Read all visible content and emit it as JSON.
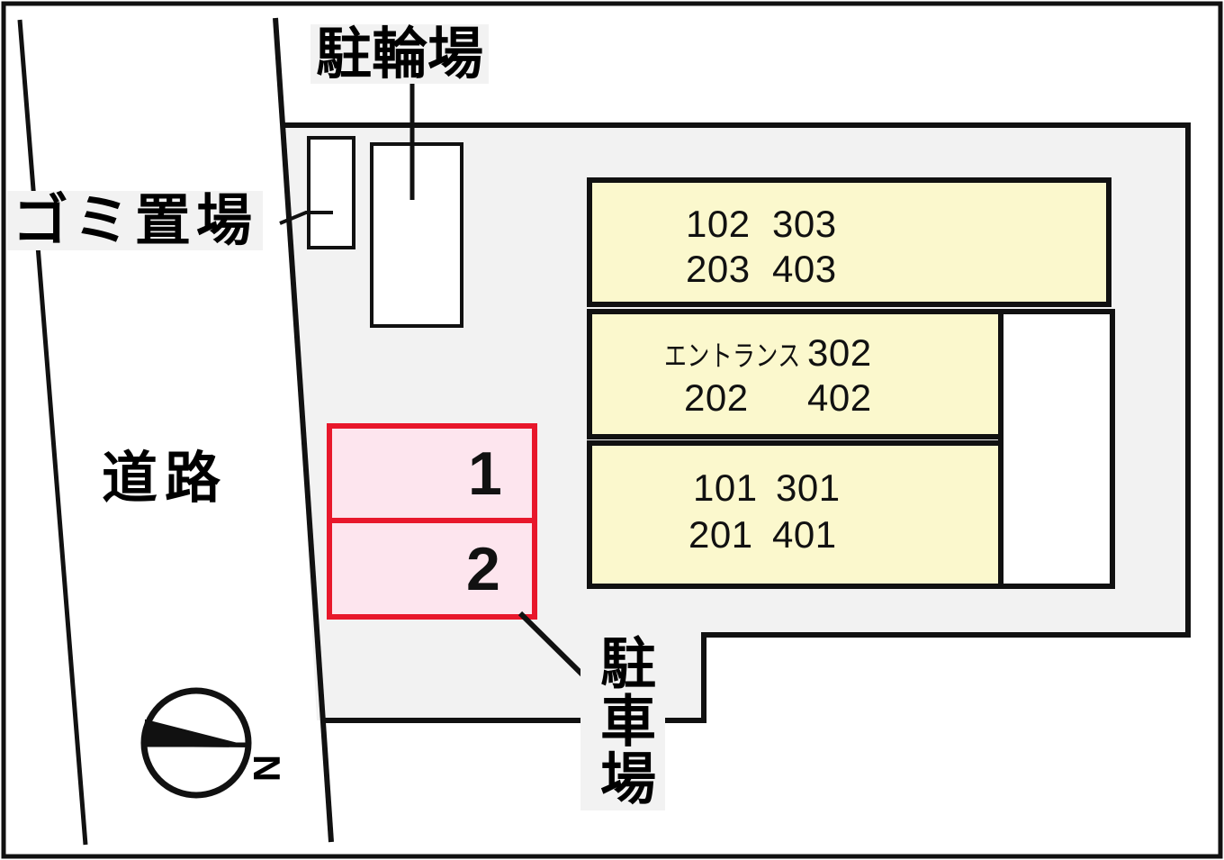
{
  "figure": {
    "kind": "site-plan",
    "title_absent": true,
    "background_color": "#ffffff",
    "site_fill_color": "#f2f2f2",
    "building_fill_color": "#fbf8cd",
    "parking_fill_color": "#fde5ee",
    "parking_border_color": "#e8172b",
    "line_color": "#111111"
  },
  "labels": {
    "bicycle_parking": "駐輪場",
    "garbage_area": "ゴミ置場",
    "road": "道路",
    "car_parking": "駐車場"
  },
  "compass": {
    "north_letter": "N"
  },
  "building": {
    "blocks": [
      {
        "id": "block-top",
        "rows": [
          {
            "cells": [
              "102",
              "303"
            ]
          },
          {
            "cells": [
              "203",
              "403"
            ]
          }
        ]
      },
      {
        "id": "block-middle",
        "rows": [
          {
            "cells": [
              "エントランス",
              "302"
            ]
          },
          {
            "cells": [
              "202",
              "402"
            ]
          }
        ]
      },
      {
        "id": "block-bottom",
        "rows": [
          {
            "cells": [
              "101",
              "301"
            ]
          },
          {
            "cells": [
              "201",
              "401"
            ]
          }
        ]
      }
    ],
    "unit_numbers": [
      "101",
      "102",
      "201",
      "202",
      "203",
      "301",
      "302",
      "303",
      "401",
      "402",
      "403"
    ],
    "entrance_label": "エントランス"
  },
  "parking": {
    "stalls": [
      {
        "number": "1"
      },
      {
        "number": "2"
      }
    ]
  },
  "bicycle_boxes": {
    "count": 2
  }
}
